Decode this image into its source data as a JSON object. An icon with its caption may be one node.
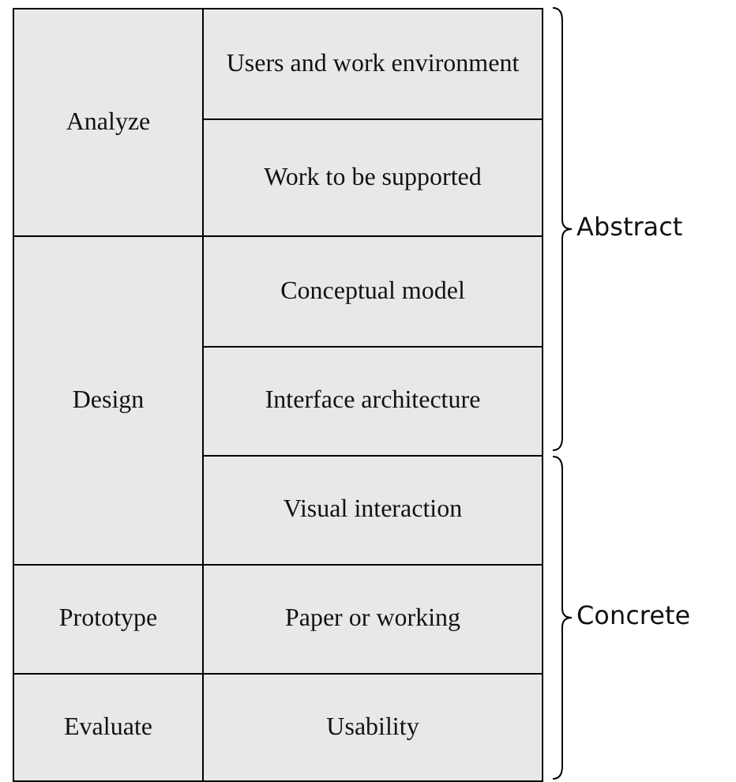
{
  "diagram": {
    "nodes": [
      {
        "text": [
          "Analyze"
        ]
      },
      {
        "text": [
          "Users and work environment"
        ]
      },
      {
        "text": [
          "Work to be supported"
        ]
      },
      {
        "text": [
          "Design"
        ]
      },
      {
        "text": [
          "Conceptual model"
        ]
      },
      {
        "text": [
          "Interface architecture"
        ]
      },
      {
        "text": [
          "Visual interaction"
        ]
      },
      {
        "text": [
          "Prototype"
        ]
      },
      {
        "text": [
          "Paper or working"
        ]
      },
      {
        "text": [
          "Evaluate"
        ]
      },
      {
        "text": [
          "Usability"
        ]
      }
    ],
    "edges": [],
    "labels": [
      "Abstract",
      "Concrete"
    ]
  }
}
